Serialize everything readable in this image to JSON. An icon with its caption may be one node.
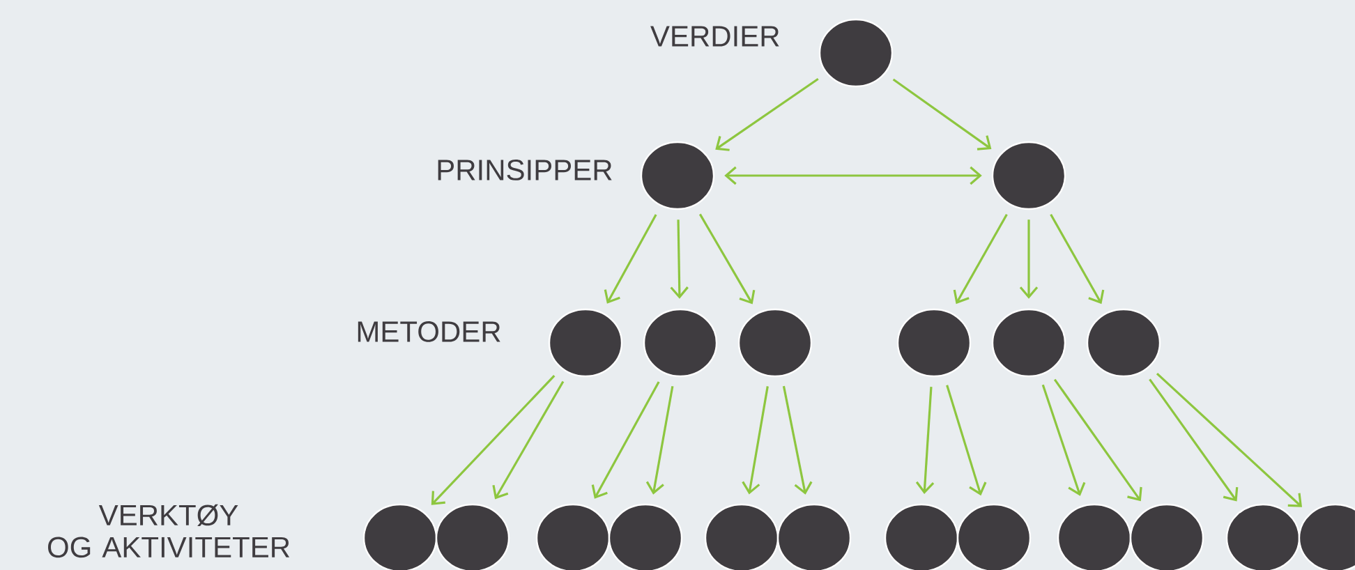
{
  "diagram": {
    "nodes": [
      {
        "text": [],
        "shape": "circle"
      },
      {
        "text": [],
        "shape": "circle"
      },
      {
        "text": [],
        "shape": "circle"
      },
      {
        "text": [],
        "shape": "circle"
      },
      {
        "text": [],
        "shape": "circle"
      },
      {
        "text": [],
        "shape": "circle"
      },
      {
        "text": [],
        "shape": "circle"
      },
      {
        "text": [],
        "shape": "circle"
      },
      {
        "text": [],
        "shape": "circle"
      },
      {
        "text": [],
        "shape": "circle"
      },
      {
        "text": [],
        "shape": "circle"
      },
      {
        "text": [],
        "shape": "circle"
      },
      {
        "text": [],
        "shape": "circle"
      },
      {
        "text": [],
        "shape": "circle"
      },
      {
        "text": [],
        "shape": "circle"
      },
      {
        "text": [],
        "shape": "circle"
      },
      {
        "text": [],
        "shape": "circle"
      },
      {
        "text": [],
        "shape": "circle"
      },
      {
        "text": [],
        "shape": "circle"
      },
      {
        "text": [],
        "shape": "circle"
      },
      {
        "text": [],
        "shape": "circle"
      }
    ],
    "edges": [
      {
        "from": 0,
        "to": 1,
        "arrow": "to"
      },
      {
        "from": 0,
        "to": 2,
        "arrow": "to"
      },
      {
        "from": 1,
        "to": 2,
        "arrow": "both"
      },
      {
        "from": 1,
        "to": 3,
        "arrow": "to"
      },
      {
        "from": 1,
        "to": 4,
        "arrow": "to"
      },
      {
        "from": 1,
        "to": 5,
        "arrow": "to"
      },
      {
        "from": 2,
        "to": 6,
        "arrow": "to"
      },
      {
        "from": 2,
        "to": 7,
        "arrow": "to"
      },
      {
        "from": 2,
        "to": 8,
        "arrow": "to"
      },
      {
        "from": 3,
        "to": 9,
        "arrow": "to"
      },
      {
        "from": 3,
        "to": 10,
        "arrow": "to"
      },
      {
        "from": 4,
        "to": 11,
        "arrow": "to"
      },
      {
        "from": 4,
        "to": 12,
        "arrow": "to"
      },
      {
        "from": 5,
        "to": 13,
        "arrow": "to"
      },
      {
        "from": 5,
        "to": 14,
        "arrow": "to"
      },
      {
        "from": 6,
        "to": 15,
        "arrow": "to"
      },
      {
        "from": 6,
        "to": 16,
        "arrow": "to"
      },
      {
        "from": 7,
        "to": 17,
        "arrow": "to"
      },
      {
        "from": 7,
        "to": 18,
        "arrow": "to"
      },
      {
        "from": 8,
        "to": 19,
        "arrow": "to"
      },
      {
        "from": 8,
        "to": 20,
        "arrow": "to"
      }
    ],
    "labels": [
      "VERDIER",
      "PRINSIPPER",
      "METODER",
      "VERKTØY OG AKTIVITETER"
    ]
  }
}
